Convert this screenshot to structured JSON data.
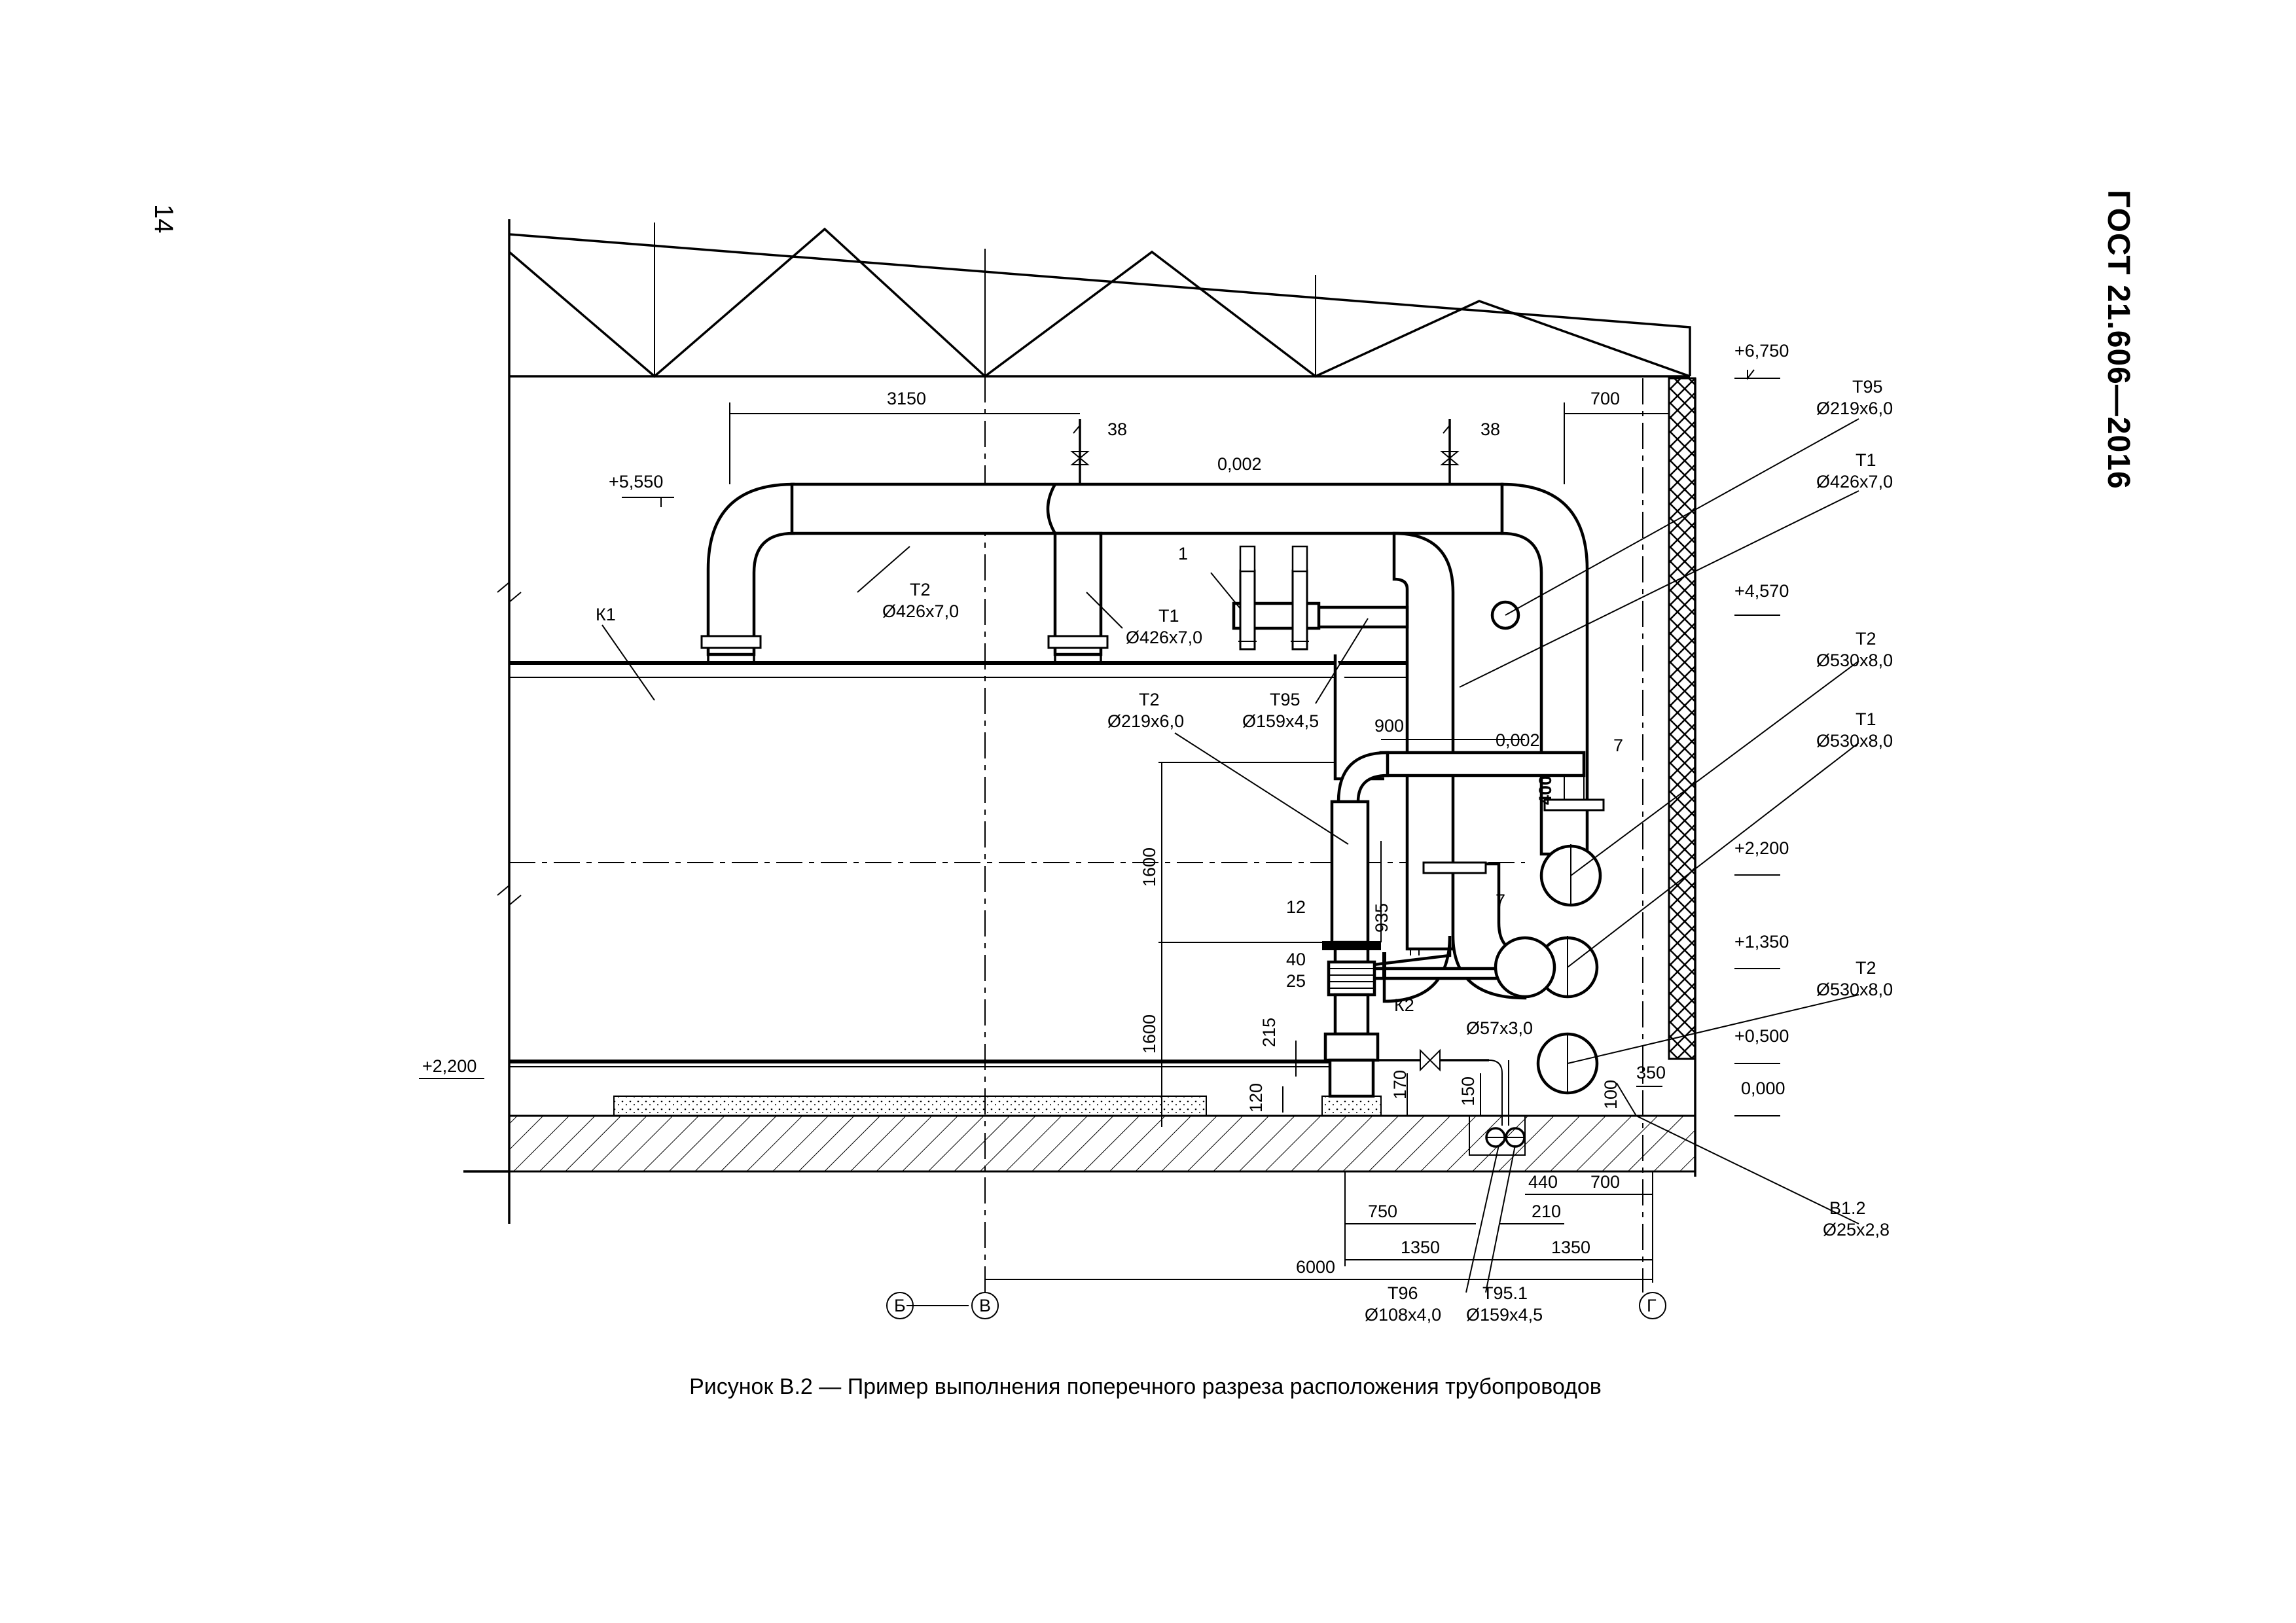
{
  "page": {
    "page_number": "14",
    "standard_id": "ГОСТ 21.606—2016",
    "caption": "Рисунок  В.2 — Пример выполнения поперечного разреза расположения трубопроводов"
  },
  "labels": {
    "elev_6750": "+6,750",
    "elev_5550": "+5,550",
    "elev_4570": "+4,570",
    "elev_2200_r": "+2,200",
    "elev_1350": "+1,350",
    "elev_0500": "+0,500",
    "elev_0000": "0,000",
    "elev_2200_l": "+2,200",
    "dim_3150": "3150",
    "dim_700_top": "700",
    "dim_900": "900",
    "dim_400": "400",
    "dim_1600_a": "1600",
    "dim_1600_b": "1600",
    "dim_935": "935",
    "dim_215": "215",
    "dim_120": "120",
    "dim_170": "170",
    "dim_150": "150",
    "dim_100": "100",
    "dim_350": "350",
    "dim_440": "440",
    "dim_700_bot": "700",
    "dim_750": "750",
    "dim_210": "210",
    "dim_1350_a": "1350",
    "dim_1350_b": "1350",
    "dim_6000": "6000",
    "slope_1": "0,002",
    "slope_2": "0,002",
    "pos_38_a": "38",
    "pos_38_b": "38",
    "pos_1": "1",
    "pos_7_a": "7",
    "pos_7_b": "7",
    "pos_12": "12",
    "pos_40": "40",
    "pos_25": "25",
    "k1": "К1",
    "k2": "К2",
    "d57": "Ø57x3,0",
    "axis_b": "Б",
    "axis_v": "В",
    "axis_g": "Г"
  },
  "pipes": {
    "t95_top": {
      "code": "Т95",
      "size": "Ø219x6,0"
    },
    "t1_top": {
      "code": "Т1",
      "size": "Ø426x7,0"
    },
    "t2_mid": {
      "code": "Т2",
      "size": "Ø530x8,0"
    },
    "t1_mid": {
      "code": "Т1",
      "size": "Ø530x8,0"
    },
    "t2_low": {
      "code": "Т2",
      "size": "Ø530x8,0"
    },
    "b12": {
      "code": "В1.2",
      "size": "Ø25x2,8"
    },
    "t2_left": {
      "code": "Т2",
      "size": "Ø426x7,0"
    },
    "t1_riser": {
      "code": "Т1",
      "size": "Ø426x7,0"
    },
    "t95_small": {
      "code": "Т95",
      "size": "Ø159x4,5"
    },
    "t2_small": {
      "code": "Т2",
      "size": "Ø219x6,0"
    },
    "t96": {
      "code": "Т96",
      "size": "Ø108x4,0"
    },
    "t951": {
      "code": "Т95.1",
      "size": "Ø159x4,5"
    }
  }
}
